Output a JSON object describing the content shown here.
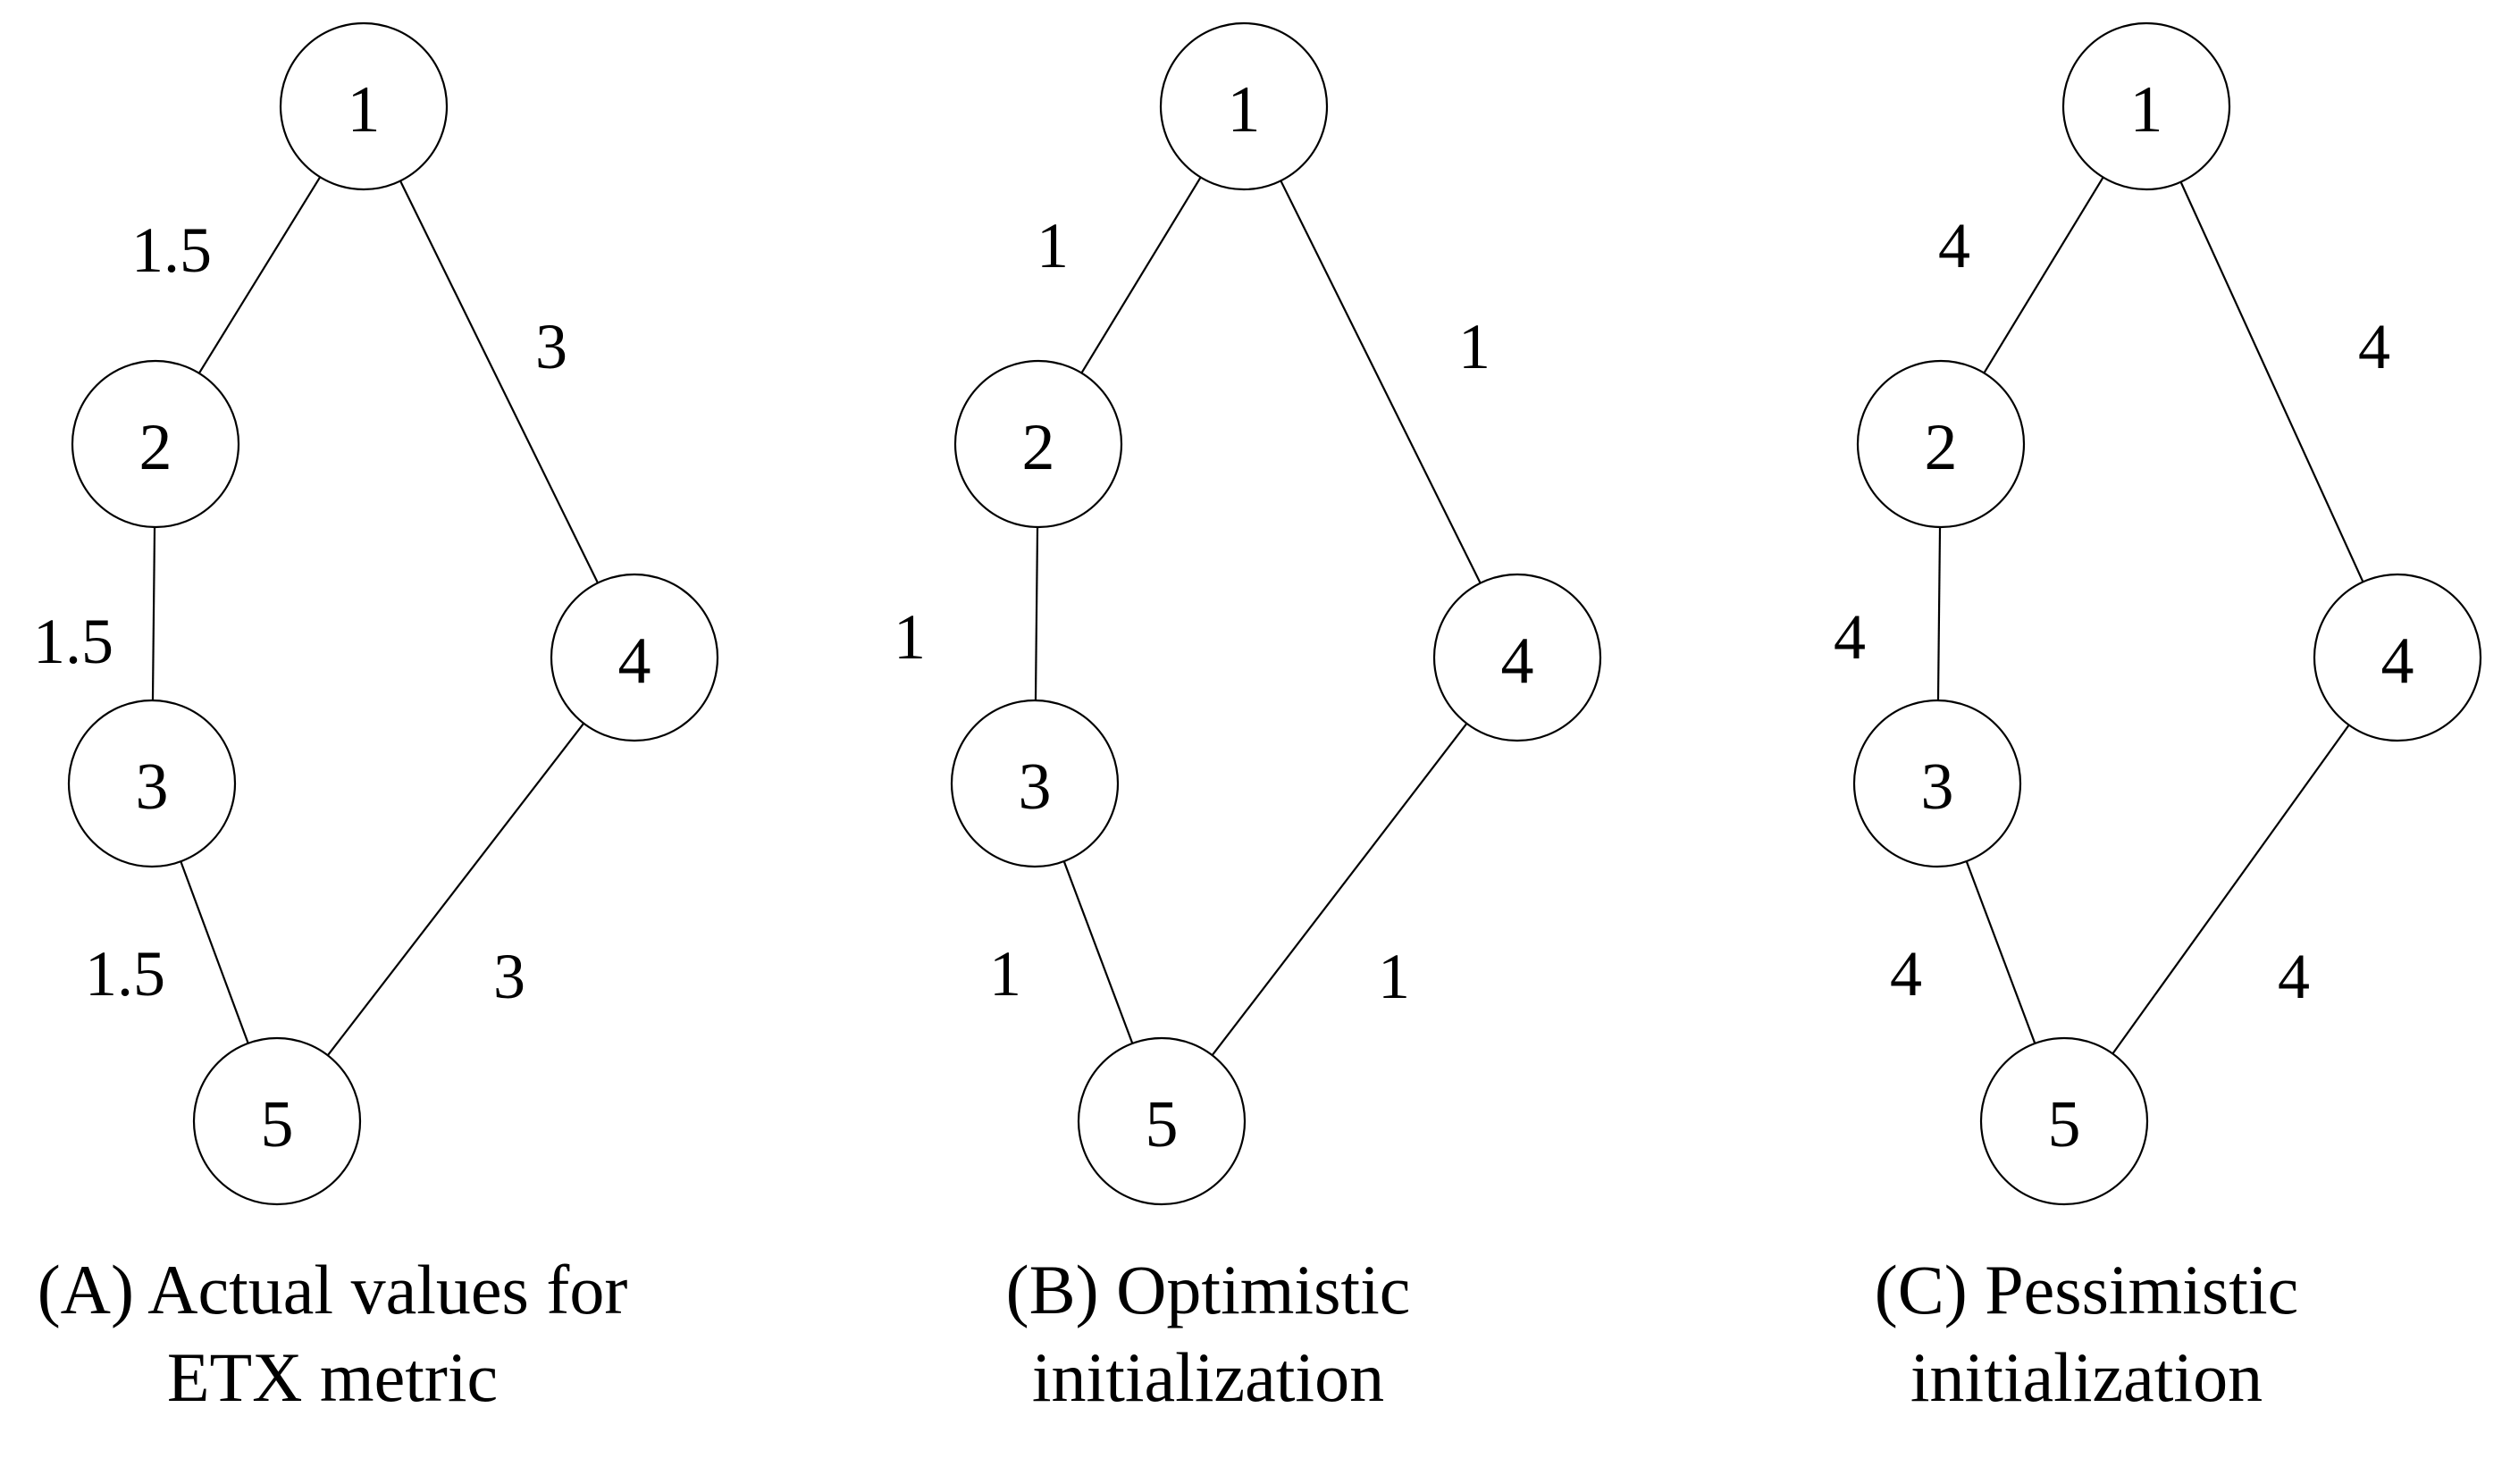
{
  "panels": [
    {
      "id": "A",
      "caption_lines": [
        "(A) Actual values for",
        "ETX metric"
      ],
      "nodes": [
        "1",
        "2",
        "3",
        "4",
        "5"
      ],
      "edges": [
        {
          "from": "1",
          "to": "2",
          "label": "1.5"
        },
        {
          "from": "2",
          "to": "3",
          "label": "1.5"
        },
        {
          "from": "3",
          "to": "5",
          "label": "1.5"
        },
        {
          "from": "1",
          "to": "4",
          "label": "3"
        },
        {
          "from": "4",
          "to": "5",
          "label": "3"
        }
      ]
    },
    {
      "id": "B",
      "caption_lines": [
        "(B) Optimistic",
        "initialization"
      ],
      "nodes": [
        "1",
        "2",
        "3",
        "4",
        "5"
      ],
      "edges": [
        {
          "from": "1",
          "to": "2",
          "label": "1"
        },
        {
          "from": "2",
          "to": "3",
          "label": "1"
        },
        {
          "from": "3",
          "to": "5",
          "label": "1"
        },
        {
          "from": "1",
          "to": "4",
          "label": "1"
        },
        {
          "from": "4",
          "to": "5",
          "label": "1"
        }
      ]
    },
    {
      "id": "C",
      "caption_lines": [
        "(C) Pessimistic",
        "initialization"
      ],
      "nodes": [
        "1",
        "2",
        "3",
        "4",
        "5"
      ],
      "edges": [
        {
          "from": "1",
          "to": "2",
          "label": "4"
        },
        {
          "from": "2",
          "to": "3",
          "label": "4"
        },
        {
          "from": "3",
          "to": "5",
          "label": "4"
        },
        {
          "from": "1",
          "to": "4",
          "label": "4"
        },
        {
          "from": "4",
          "to": "5",
          "label": "4"
        }
      ]
    }
  ]
}
